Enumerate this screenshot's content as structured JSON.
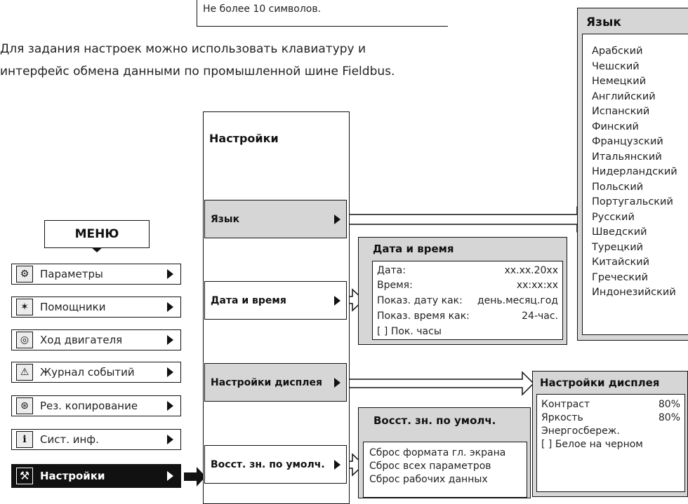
{
  "top_text": {
    "truncated_line": "…Не более 10 символов.",
    "visible_line": "Не более 10 символов.",
    "paragraph_line1": "Для задания настроек можно использовать клавиатуру и",
    "paragraph_line2": "интерфейс обмена данными по промышленной шине Fieldbus."
  },
  "menu": {
    "title": "МЕНЮ",
    "items": [
      {
        "label": "Параметры",
        "icon": "parameters-icon",
        "glyph": "⚙"
      },
      {
        "label": "Помощники",
        "icon": "assistant-wand-icon",
        "glyph": "✶"
      },
      {
        "label": "Ход двигателя",
        "icon": "motor-run-icon",
        "glyph": "◎"
      },
      {
        "label": "Журнал событий",
        "icon": "event-log-warning-icon",
        "glyph": "⚠"
      },
      {
        "label": "Рез. копирование",
        "icon": "backup-icon",
        "glyph": "⊛"
      },
      {
        "label": "Сист. инф.",
        "icon": "info-icon",
        "glyph": "i"
      },
      {
        "label": "Настройки",
        "icon": "wrench-icon",
        "glyph": "🔧",
        "active": true
      }
    ]
  },
  "settings": {
    "title": "Настройки",
    "buttons": {
      "language": "Язык",
      "datetime": "Дата и время",
      "display": "Настройки дисплея",
      "restore": "Восст. зн. по умолч."
    }
  },
  "language_panel": {
    "title": "Язык",
    "items": [
      "Арабский",
      "Чешский",
      "Немецкий",
      "Английский",
      "Испанский",
      "Финский",
      "Французский",
      "Итальянский",
      "Нидерландский",
      "Польский",
      "Португальский",
      "Русский",
      "Шведский",
      "Турецкий",
      "Китайский",
      "Греческий",
      "Индонезийский"
    ]
  },
  "datetime_panel": {
    "title": "Дата и время",
    "rows": [
      {
        "label": "Дата:",
        "value": "xx.xx.20xx"
      },
      {
        "label": "Время:",
        "value": "xx:xx:xx"
      },
      {
        "label": "Показ. дату как:",
        "value": "день.месяц.год"
      },
      {
        "label": "Показ. время как:",
        "value": "24-час."
      }
    ],
    "checkbox": "[ ] Пок. часы"
  },
  "display_panel": {
    "title": "Настройки дисплея",
    "rows": [
      {
        "label": "Контраст",
        "value": "80%"
      },
      {
        "label": "Яркость",
        "value": "80%"
      }
    ],
    "energy": "Энергосбереж.",
    "checkbox": "[ ] Белое на черном"
  },
  "restore_panel": {
    "title": "Восст. зн. по умолч.",
    "items": [
      "Сброс формата гл. экрана",
      "Сброс всех параметров",
      "Сброс рабочих данных"
    ]
  }
}
